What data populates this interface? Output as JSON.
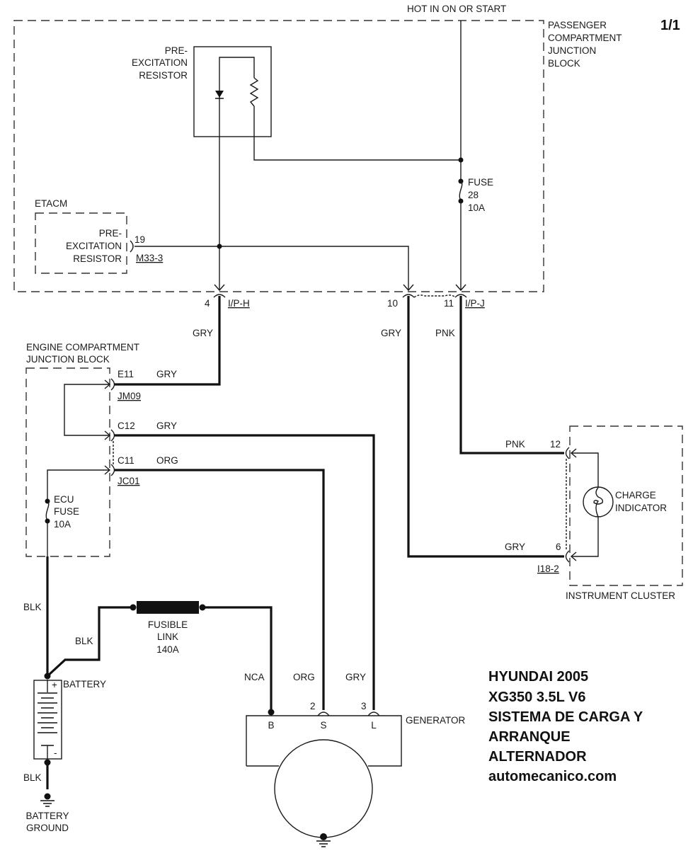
{
  "page_number": "1/1",
  "title_block": {
    "line1": "HYUNDAI 2005",
    "line2": "XG350 3.5L V6",
    "line3": "SISTEMA DE CARGA Y",
    "line4": "ARRANQUE",
    "line5": "ALTERNADOR",
    "line6": "automecanico.com"
  },
  "power_source": "HOT IN ON OR START",
  "passenger_junction_block": {
    "label": [
      "PASSENGER",
      "COMPARTMENT",
      "JUNCTION",
      "BLOCK"
    ],
    "pre_excitation_resistor": [
      "PRE-",
      "EXCITATION",
      "RESISTOR"
    ],
    "fuse": [
      "FUSE",
      "28",
      "10A"
    ]
  },
  "etacm": {
    "label": "ETACM",
    "component": [
      "PRE-",
      "EXCITATION",
      "RESISTOR"
    ],
    "pin": "19",
    "connector": "M33-3"
  },
  "ip_connectors": {
    "iph_pin": "4",
    "iph_name": "I/P-H",
    "ipj_pin_a": "10",
    "ipj_pin_b": "11",
    "ipj_name": "I/P-J"
  },
  "engine_junction_block": {
    "label": [
      "ENGINE COMPARTMENT",
      "JUNCTION BLOCK"
    ],
    "pins": [
      {
        "pin": "E11",
        "wire": "GRY",
        "connector": "JM09"
      },
      {
        "pin": "C12",
        "wire": "GRY",
        "connector": ""
      },
      {
        "pin": "C11",
        "wire": "ORG",
        "connector": "JC01"
      }
    ],
    "fuse": [
      "ECU",
      "FUSE",
      "10A"
    ]
  },
  "instrument_cluster": {
    "label": "INSTRUMENT CLUSTER",
    "indicator": [
      "CHARGE",
      "INDICATOR"
    ],
    "pin_top": "12",
    "pin_bottom": "6",
    "connector": "I18-2"
  },
  "wire_colors": {
    "iph_down": "GRY",
    "ipj10_down": "GRY",
    "ipj11_down": "PNK",
    "cluster_top": "PNK",
    "cluster_bottom": "GRY",
    "ecu_down": "BLK",
    "battery_link": "BLK",
    "battery_ground": "BLK",
    "gen_b": "NCA",
    "gen_s": "ORG",
    "gen_l": "GRY"
  },
  "fusible_link": [
    "FUSIBLE",
    "LINK",
    "140A"
  ],
  "battery": {
    "label": "BATTERY",
    "plus": "+",
    "minus": "-",
    "ground": [
      "BATTERY",
      "GROUND"
    ]
  },
  "generator": {
    "label": "GENERATOR",
    "terminals": [
      "B",
      "S",
      "L"
    ],
    "pin_s": "2",
    "pin_l": "3"
  }
}
